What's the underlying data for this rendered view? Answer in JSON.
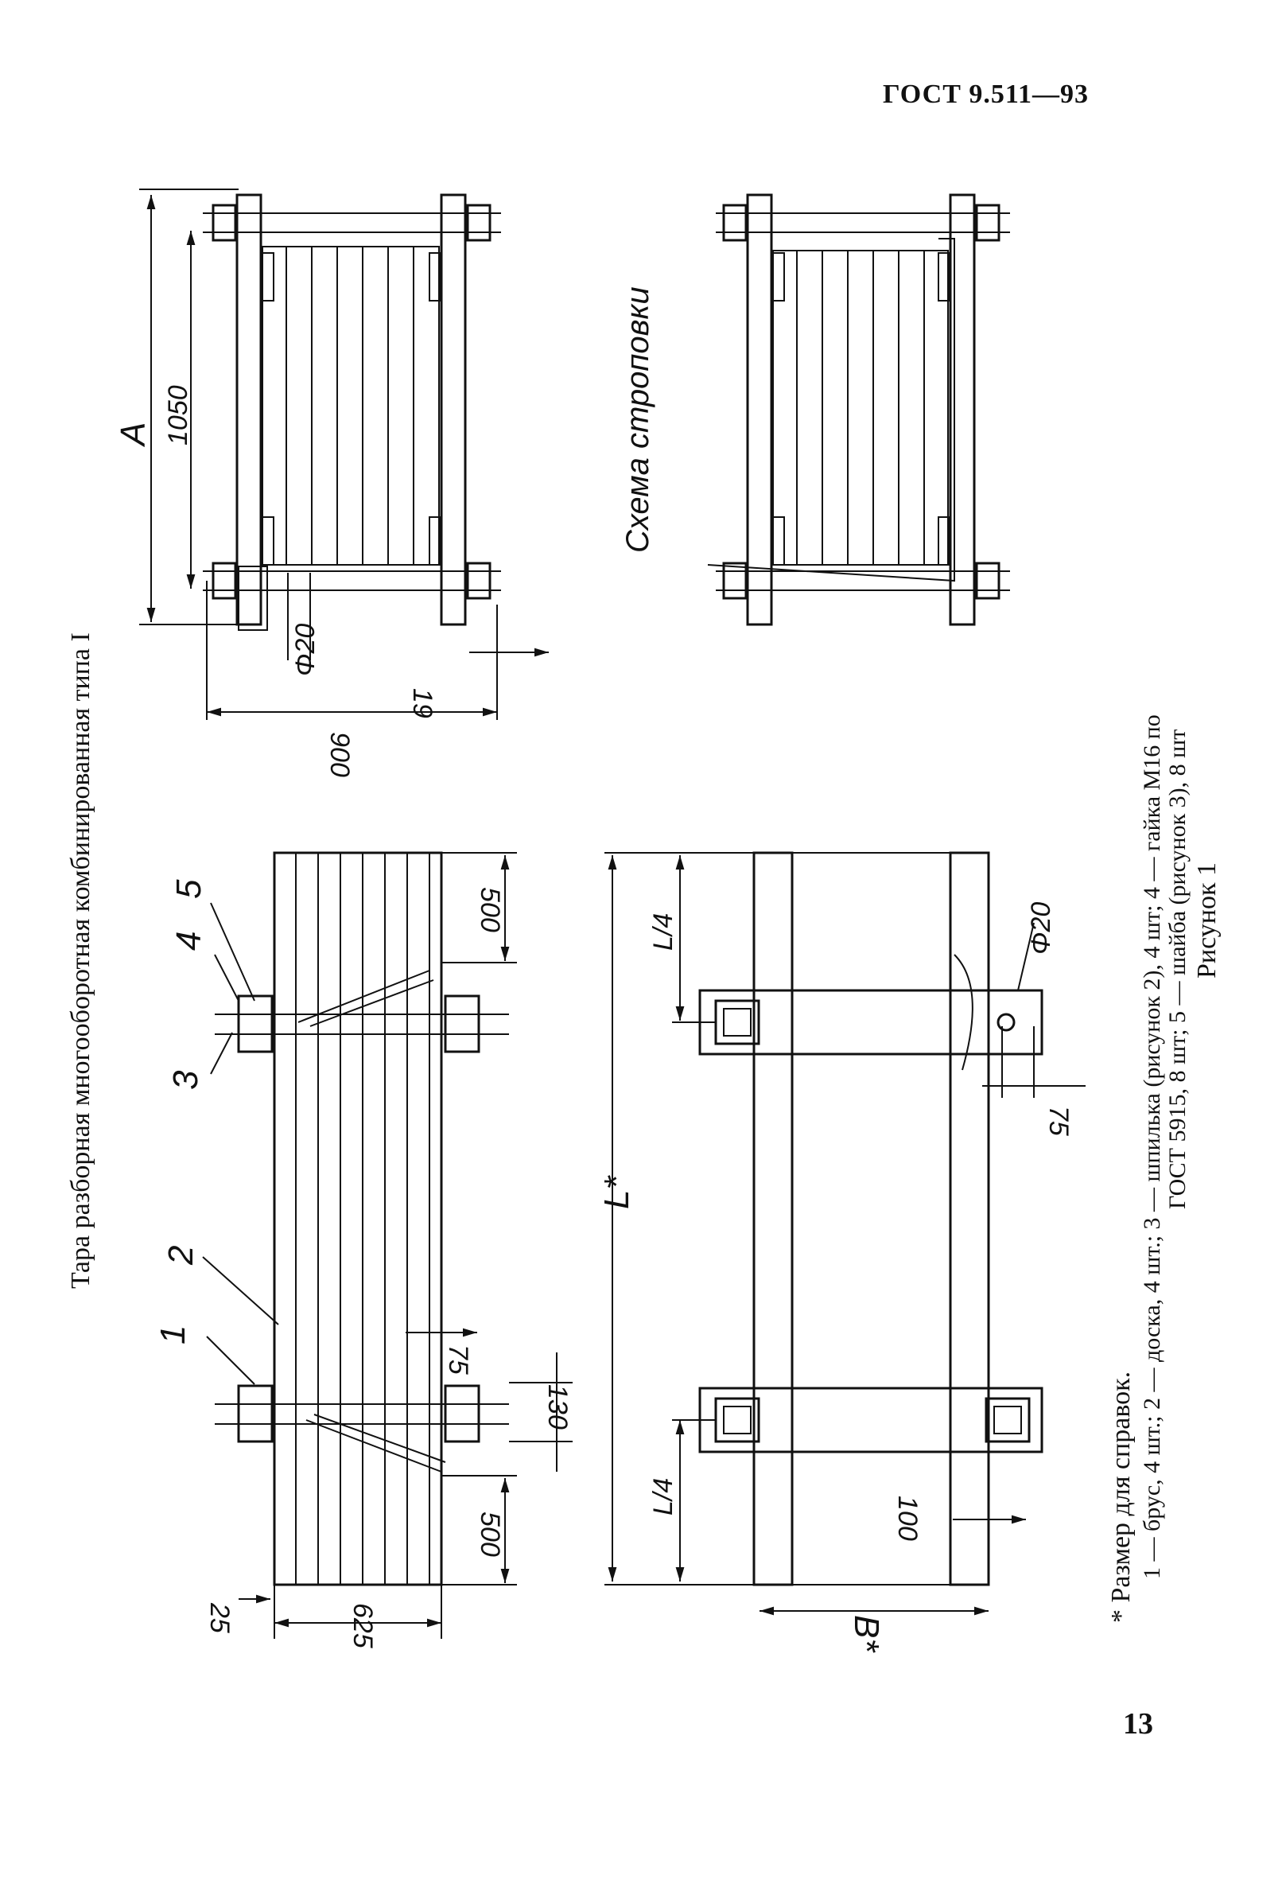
{
  "header": {
    "standard": "ГОСТ 9.511—93"
  },
  "page_number": "13",
  "figure": {
    "title": "Тара разборная многооборотная комбинированная типа I",
    "caption": "Рисунок 1",
    "sling_scheme_label": "Схема строповки",
    "callouts": [
      "1",
      "2",
      "3",
      "4",
      "5"
    ],
    "dimensions": {
      "d_1050": "1050",
      "d_A": "A",
      "d_phi20_top": "Φ20",
      "d_19": "19",
      "d_900": "900",
      "d_500_right": "500",
      "d_500_left": "500",
      "d_75_side": "75",
      "d_130": "130",
      "d_25": "25",
      "d_625": "625",
      "d_L": "L*",
      "d_L4_top": "L/4",
      "d_L4_bottom": "L/4",
      "d_phi20_plan": "Φ20",
      "d_75_plan": "75",
      "d_100": "100",
      "d_B": "B*"
    }
  },
  "notes": {
    "asterisk": "* Размер для справок.",
    "legend_line1": "1 — брус, 4 шт.; 2 — доска, 4 шт.; 3 — шпилька (рисунок 2), 4 шт; 4 — гайка М16 по",
    "legend_line2": "ГОСТ 5915, 8 шт; 5 — шайба (рисунок 3), 8 шт"
  }
}
